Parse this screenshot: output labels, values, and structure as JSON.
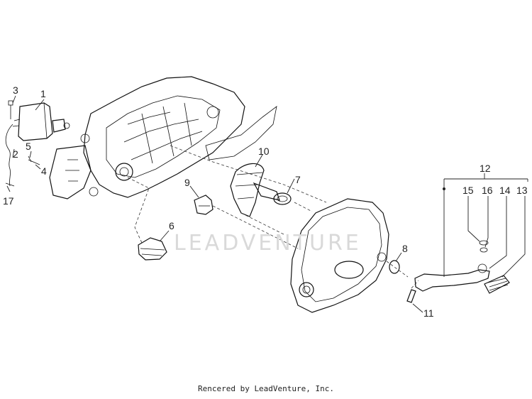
{
  "diagram": {
    "callouts": [
      "1",
      "2",
      "3",
      "4",
      "5",
      "6",
      "7",
      "8",
      "9",
      "10",
      "11",
      "12",
      "13",
      "14",
      "15",
      "16",
      "17"
    ],
    "watermark": "LEADVENTURE",
    "footer": "Rencered by LeadVenture, Inc."
  }
}
